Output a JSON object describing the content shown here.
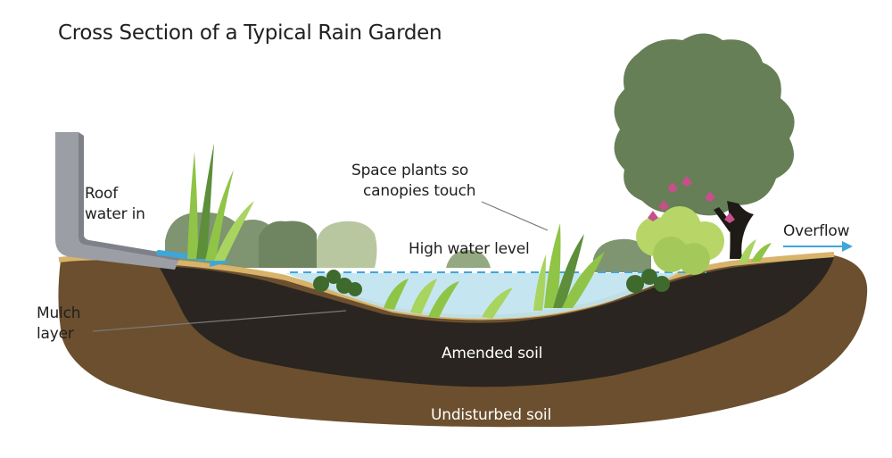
{
  "title": "Cross Section of a Typical Rain Garden",
  "labels": {
    "roof_water_line1": "Roof",
    "roof_water_line2": "water in",
    "space_plants_line1": "Space plants so",
    "space_plants_line2": "canopies touch",
    "high_water_level": "High water level",
    "overflow": "Overflow",
    "mulch_line1": "Mulch",
    "mulch_line2": "layer",
    "amended_soil": "Amended soil",
    "undisturbed_soil": "Undisturbed soil"
  },
  "colors": {
    "undisturbed_soil": "#6b4f2e",
    "amended_soil": "#2a2520",
    "mulch": "#d8b36a",
    "water": "#bfe3ef",
    "water_line": "#3fa6d8",
    "arrow": "#3fa6d8",
    "downspout": "#9c9ea6",
    "tree_canopy": "#667f57",
    "shrub": "#7f9470",
    "grass_light": "#8fc447",
    "grass_dark": "#5d8e3a",
    "flower": "#c84f8c",
    "flower_foliage": "#b7d667"
  }
}
